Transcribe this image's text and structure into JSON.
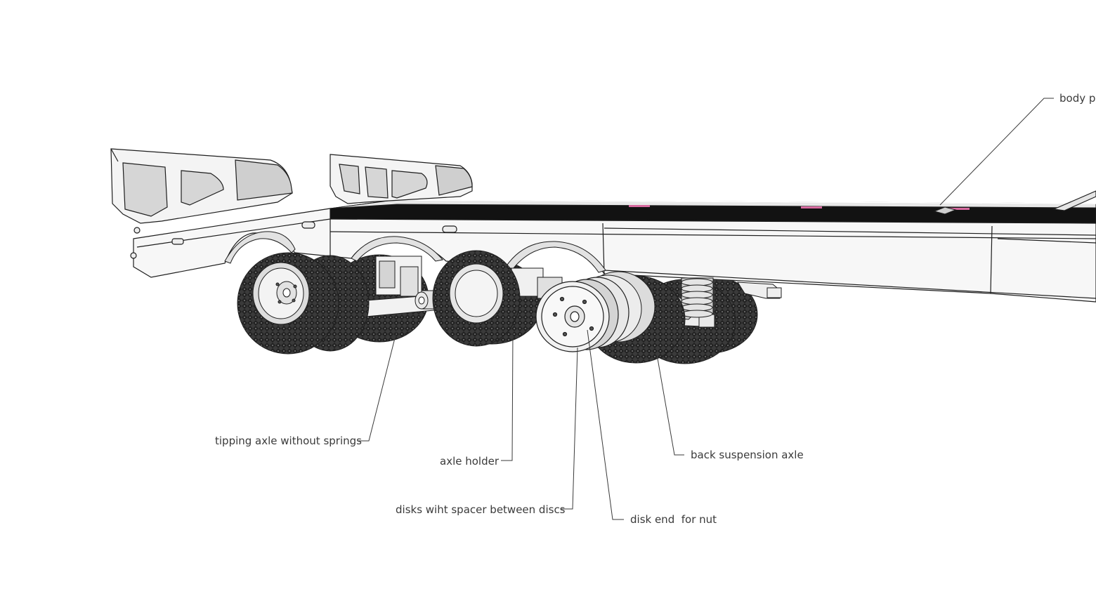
{
  "labels": {
    "body_panel": "body pa",
    "tipping_axle": "tipping axle without springs",
    "axle_holder": "axle holder",
    "back_suspension": "back suspension axle",
    "disks_spacer": "disks wiht spacer between discs",
    "disk_end": "disk end  for nut"
  },
  "colors": {
    "line": "#1e1e1e",
    "panel_light": "#f4f4f4",
    "panel_mid": "#d2d2d2",
    "tire_dark": "#2a2a2a",
    "tire_mid": "#4c4c4c",
    "deck_dark": "#111111",
    "accent_pink": "#d86aa0"
  }
}
